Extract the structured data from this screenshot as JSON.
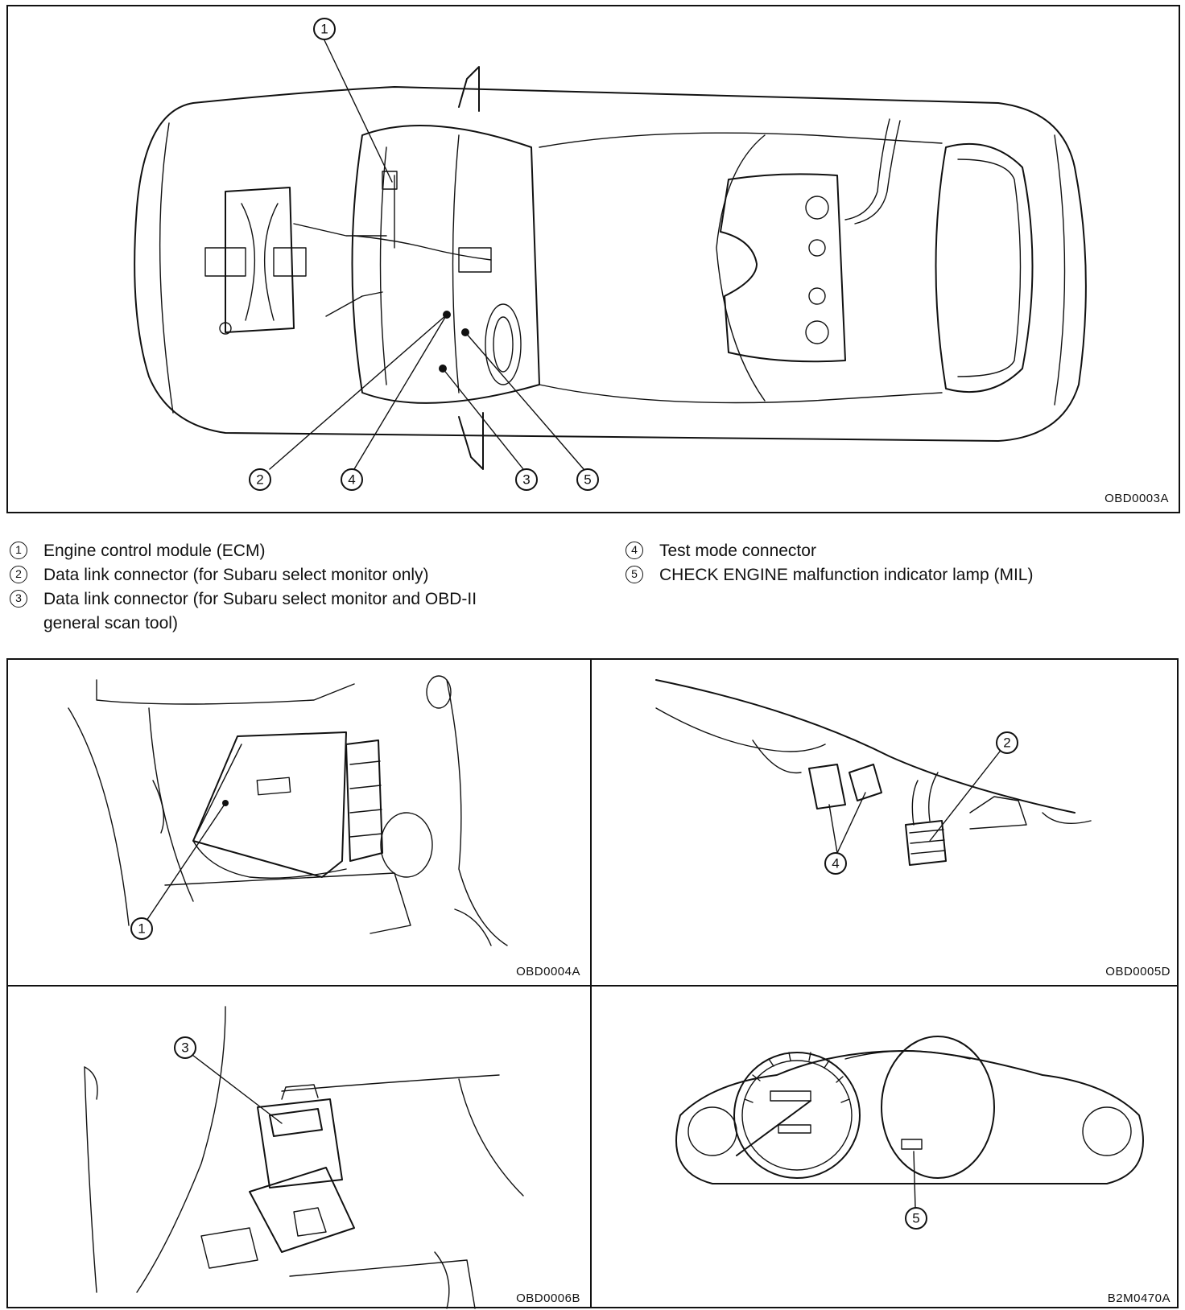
{
  "overview": {
    "code": "OBD0003A",
    "callouts": [
      "1",
      "2",
      "4",
      "3",
      "5"
    ]
  },
  "legend": [
    {
      "num": "1",
      "text": "Engine control module (ECM)"
    },
    {
      "num": "2",
      "text": "Data link connector (for Subaru select monitor only)"
    },
    {
      "num": "3",
      "text": "Data link connector (for Subaru select monitor and OBD-II"
    },
    {
      "num": "",
      "text": "general scan tool)"
    },
    {
      "num": "4",
      "text": "Test mode connector"
    },
    {
      "num": "5",
      "text": "CHECK ENGINE malfunction indicator lamp (MIL)"
    }
  ],
  "panels": [
    {
      "code": "OBD0004A",
      "callout": "1"
    },
    {
      "code": "OBD0005D",
      "callout": "2",
      "callout_b": "4"
    },
    {
      "code": "OBD0006B",
      "callout": "3"
    },
    {
      "code": "B2M0470A",
      "callout": "5"
    }
  ]
}
